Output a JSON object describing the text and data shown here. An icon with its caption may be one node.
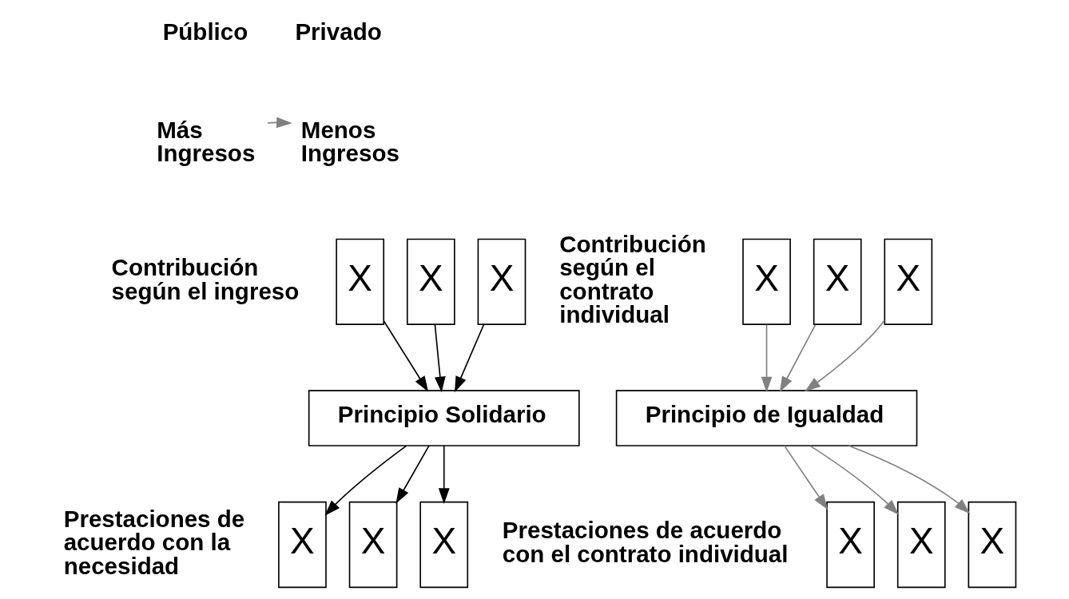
{
  "diagram": {
    "nodes": [
      {
        "text": [
          "Más Ingresos"
        ]
      },
      {
        "text": [
          "Menos Ingresos"
        ]
      },
      {
        "text": [
          "X"
        ]
      },
      {
        "text": [
          "X"
        ]
      },
      {
        "text": [
          "X"
        ]
      },
      {
        "text": [
          "Principio Solidario"
        ]
      },
      {
        "text": [
          "X"
        ]
      },
      {
        "text": [
          "X"
        ]
      },
      {
        "text": [
          "X"
        ]
      },
      {
        "text": [
          "X"
        ]
      },
      {
        "text": [
          "X"
        ]
      },
      {
        "text": [
          "X"
        ]
      },
      {
        "text": [
          "Principio de Igualdad"
        ]
      },
      {
        "text": [
          "X"
        ]
      },
      {
        "text": [
          "X"
        ]
      },
      {
        "text": [
          "X"
        ]
      }
    ],
    "edges": [
      {
        "from": 0,
        "to": 1,
        "arrow": "to",
        "color": "#808080"
      },
      {
        "from": 2,
        "to": 5,
        "arrow": "to",
        "color": "#000000"
      },
      {
        "from": 3,
        "to": 5,
        "arrow": "to",
        "color": "#000000"
      },
      {
        "from": 4,
        "to": 5,
        "arrow": "to",
        "color": "#000000"
      },
      {
        "from": 5,
        "to": 6,
        "arrow": "to",
        "color": "#000000"
      },
      {
        "from": 5,
        "to": 7,
        "arrow": "to",
        "color": "#000000"
      },
      {
        "from": 5,
        "to": 8,
        "arrow": "to",
        "color": "#000000"
      },
      {
        "from": 9,
        "to": 12,
        "arrow": "to",
        "color": "#808080"
      },
      {
        "from": 10,
        "to": 12,
        "arrow": "to",
        "color": "#808080"
      },
      {
        "from": 11,
        "to": 12,
        "arrow": "to",
        "color": "#808080"
      },
      {
        "from": 12,
        "to": 13,
        "arrow": "to",
        "color": "#808080"
      },
      {
        "from": 12,
        "to": 14,
        "arrow": "to",
        "color": "#808080"
      },
      {
        "from": 12,
        "to": 15,
        "arrow": "to",
        "color": "#808080"
      }
    ],
    "labels": [
      "Público",
      "Privado",
      "Contribución según el ingreso",
      "Contribución según el contrato individual",
      "Prestaciones de acuerdo con la necesidad",
      "Prestaciones de acuerdo con el contrato individual"
    ]
  }
}
